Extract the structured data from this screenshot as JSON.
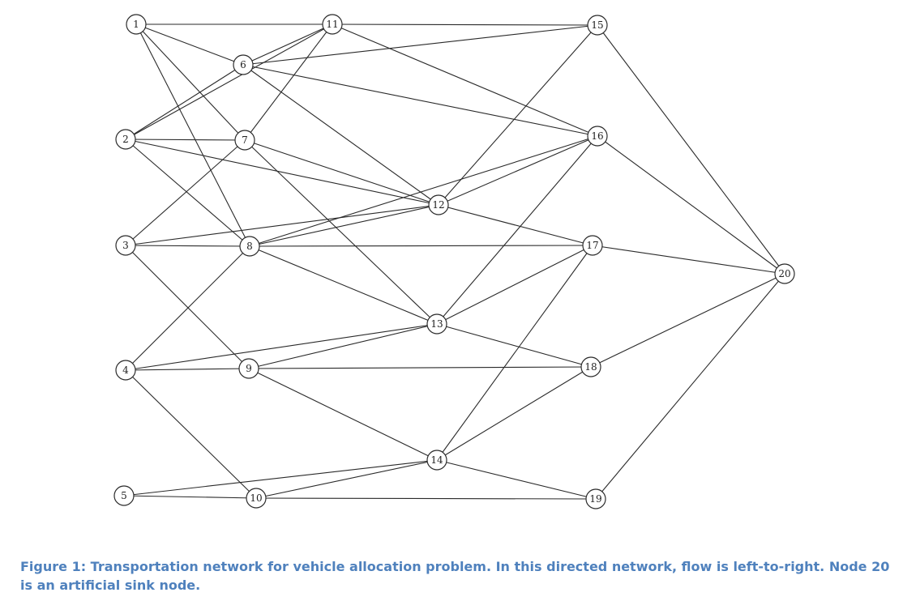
{
  "colors": {
    "caption": "#4f81bd",
    "edge": "#2a2a2a",
    "node_fill": "#ffffff"
  },
  "nodes": [
    {
      "id": "1",
      "label": "1"
    },
    {
      "id": "2",
      "label": "2"
    },
    {
      "id": "3",
      "label": "3"
    },
    {
      "id": "4",
      "label": "4"
    },
    {
      "id": "5",
      "label": "5"
    },
    {
      "id": "6",
      "label": "6"
    },
    {
      "id": "7",
      "label": "7"
    },
    {
      "id": "8",
      "label": "8"
    },
    {
      "id": "9",
      "label": "9"
    },
    {
      "id": "10",
      "label": "10"
    },
    {
      "id": "11",
      "label": "11"
    },
    {
      "id": "12",
      "label": "12"
    },
    {
      "id": "13",
      "label": "13"
    },
    {
      "id": "14",
      "label": "14"
    },
    {
      "id": "15",
      "label": "15"
    },
    {
      "id": "16",
      "label": "16"
    },
    {
      "id": "17",
      "label": "17"
    },
    {
      "id": "18",
      "label": "18"
    },
    {
      "id": "19",
      "label": "19"
    },
    {
      "id": "20",
      "label": "20"
    }
  ],
  "edges": [
    [
      "1",
      "11"
    ],
    [
      "1",
      "6"
    ],
    [
      "1",
      "7"
    ],
    [
      "1",
      "8"
    ],
    [
      "2",
      "11"
    ],
    [
      "2",
      "6"
    ],
    [
      "2",
      "7"
    ],
    [
      "2",
      "8"
    ],
    [
      "2",
      "12"
    ],
    [
      "3",
      "7"
    ],
    [
      "3",
      "8"
    ],
    [
      "3",
      "9"
    ],
    [
      "3",
      "12"
    ],
    [
      "4",
      "8"
    ],
    [
      "4",
      "9"
    ],
    [
      "4",
      "10"
    ],
    [
      "4",
      "13"
    ],
    [
      "5",
      "10"
    ],
    [
      "5",
      "14"
    ],
    [
      "6",
      "11"
    ],
    [
      "6",
      "15"
    ],
    [
      "6",
      "16"
    ],
    [
      "6",
      "12"
    ],
    [
      "7",
      "11"
    ],
    [
      "7",
      "12"
    ],
    [
      "7",
      "13"
    ],
    [
      "8",
      "16"
    ],
    [
      "8",
      "12"
    ],
    [
      "8",
      "17"
    ],
    [
      "8",
      "13"
    ],
    [
      "9",
      "13"
    ],
    [
      "9",
      "18"
    ],
    [
      "9",
      "14"
    ],
    [
      "10",
      "14"
    ],
    [
      "10",
      "19"
    ],
    [
      "11",
      "15"
    ],
    [
      "11",
      "16"
    ],
    [
      "12",
      "15"
    ],
    [
      "12",
      "16"
    ],
    [
      "12",
      "17"
    ],
    [
      "13",
      "16"
    ],
    [
      "13",
      "17"
    ],
    [
      "13",
      "18"
    ],
    [
      "14",
      "17"
    ],
    [
      "14",
      "18"
    ],
    [
      "14",
      "19"
    ],
    [
      "15",
      "20"
    ],
    [
      "16",
      "20"
    ],
    [
      "17",
      "20"
    ],
    [
      "18",
      "20"
    ],
    [
      "19",
      "20"
    ]
  ],
  "caption": "Figure 1: Transportation network for vehicle allocation problem. In this directed network, flow is left-to-right. Node 20 is an artificial sink node."
}
